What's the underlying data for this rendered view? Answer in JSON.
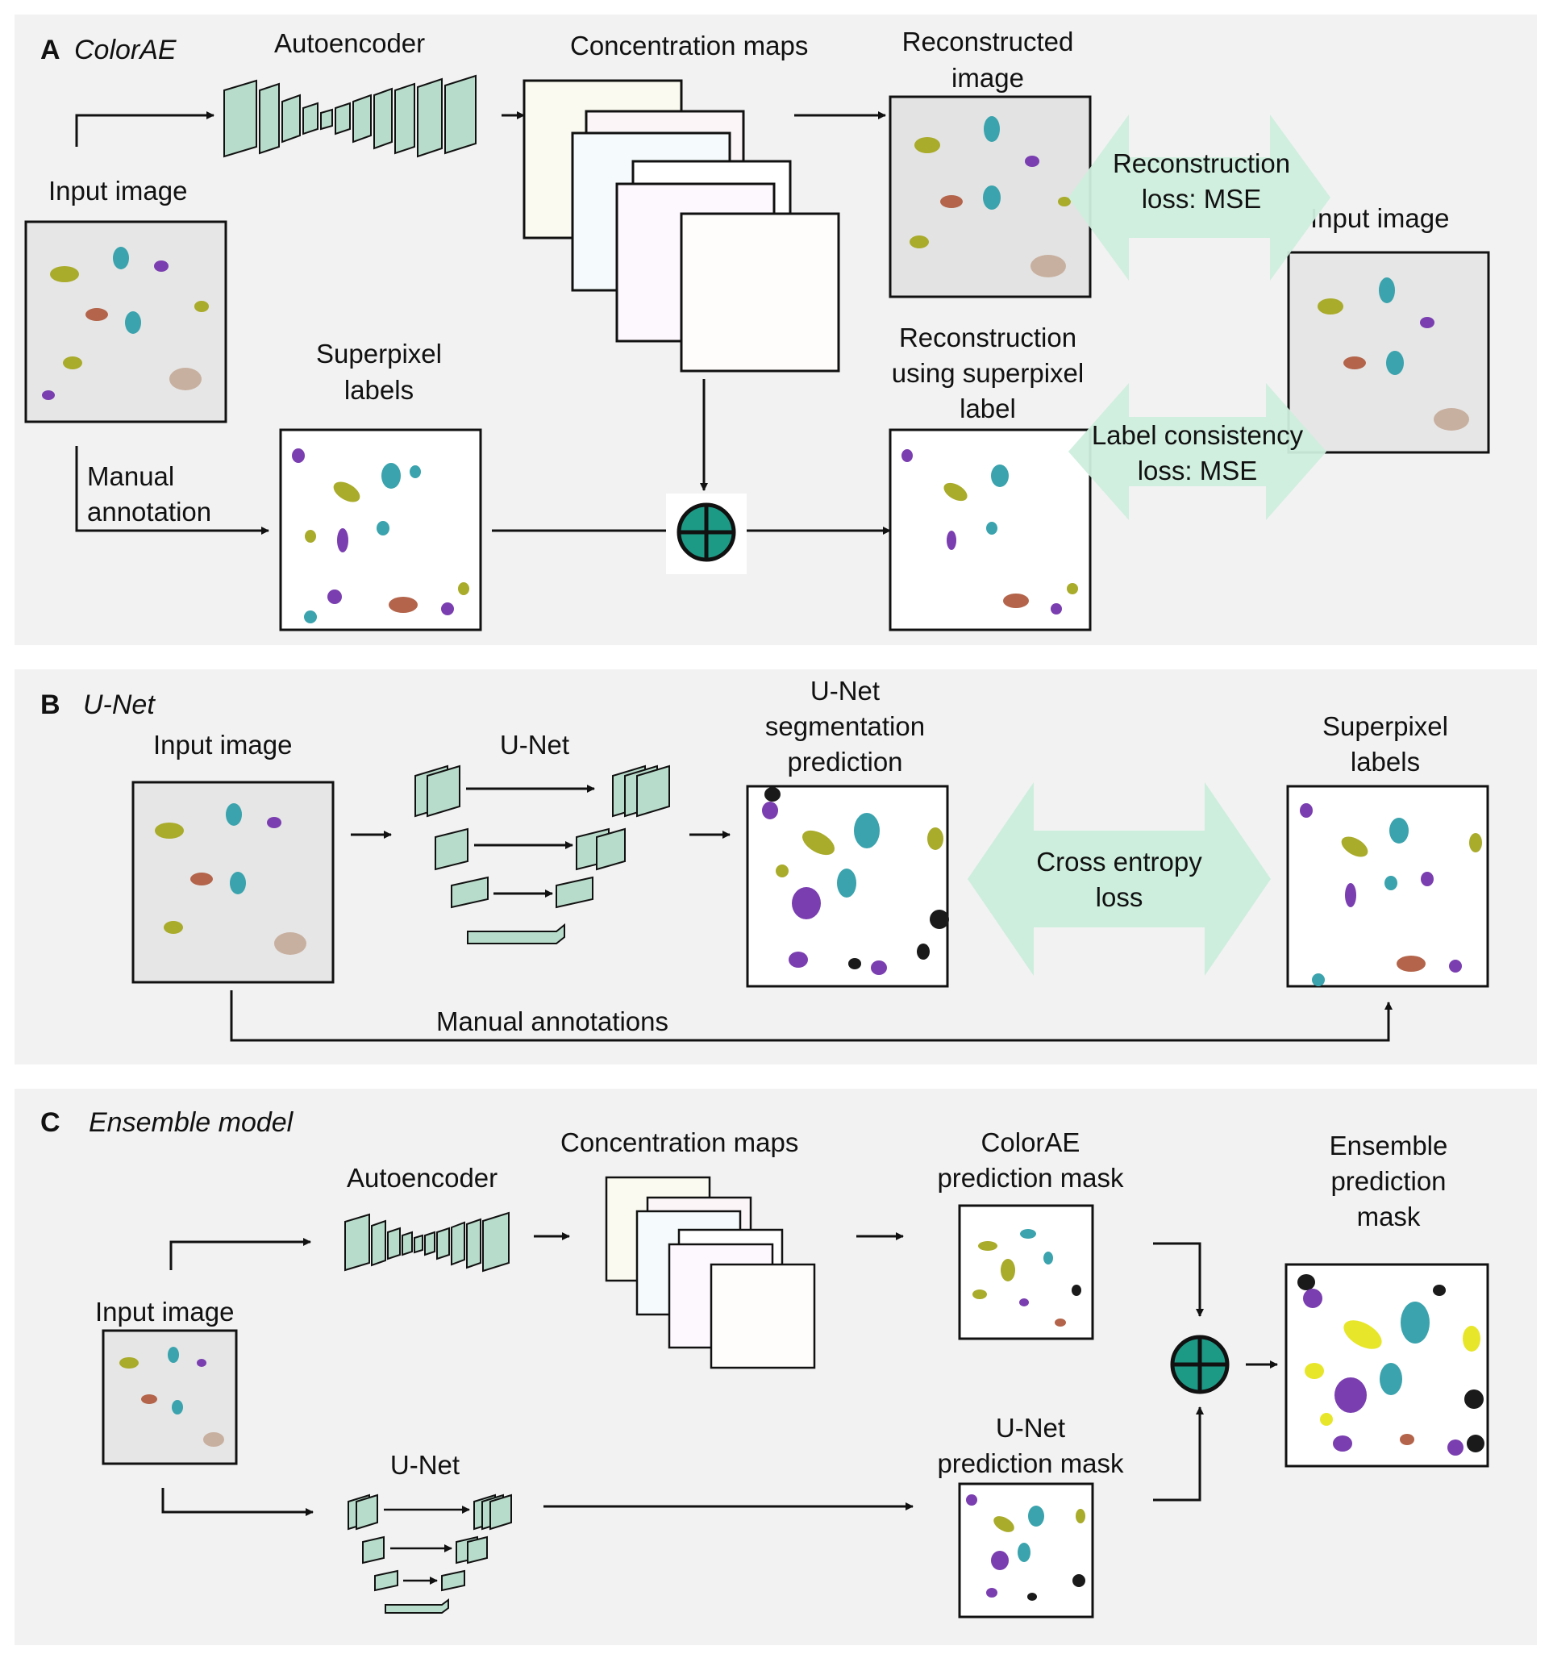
{
  "panels": {
    "A": {
      "letter": "A",
      "name": "ColorAE",
      "autoencoder": "Autoencoder",
      "concentration_maps": "Concentration maps",
      "reconstructed": [
        "Reconstructed",
        "image"
      ],
      "input_image_left": "Input image",
      "input_image_right": "Input image",
      "recon_loss": [
        "Reconstruction",
        "loss: MSE"
      ],
      "superpixel": [
        "Superpixel",
        "labels"
      ],
      "recon_sp": [
        "Reconstruction",
        "using superpixel",
        "label"
      ],
      "manual": [
        "Manual",
        "annotation"
      ],
      "label_loss": [
        "Label consistency",
        "loss: MSE"
      ]
    },
    "B": {
      "letter": "B",
      "name": "U-Net",
      "input_image": "Input image",
      "unet": "U-Net",
      "seg_pred": [
        "U-Net",
        "segmentation",
        "prediction"
      ],
      "superpixel": [
        "Superpixel",
        "labels"
      ],
      "cross_entropy": [
        "Cross entropy",
        "loss"
      ],
      "manual": "Manual annotations"
    },
    "C": {
      "letter": "C",
      "name": "Ensemble model",
      "autoencoder": "Autoencoder",
      "concentration_maps": "Concentration maps",
      "colorae_mask": [
        "ColorAE",
        "prediction mask"
      ],
      "ensemble_mask": [
        "Ensemble",
        "prediction",
        "mask"
      ],
      "input_image": "Input image",
      "unet": "U-Net",
      "unet_mask": [
        "U-Net",
        "prediction mask"
      ]
    }
  },
  "colors": {
    "panel_bg": "#f2f2f2",
    "arrow_fill": "#cdeedd",
    "block_fill": "#b8dccb",
    "operator_fill": "#1c9a86",
    "olive": "#a9ab2a",
    "teal": "#3aa3ad",
    "purple": "#7a3eb0",
    "brown": "#b3644a",
    "yellow": "#e7e62a",
    "black": "#1a1a1a"
  }
}
